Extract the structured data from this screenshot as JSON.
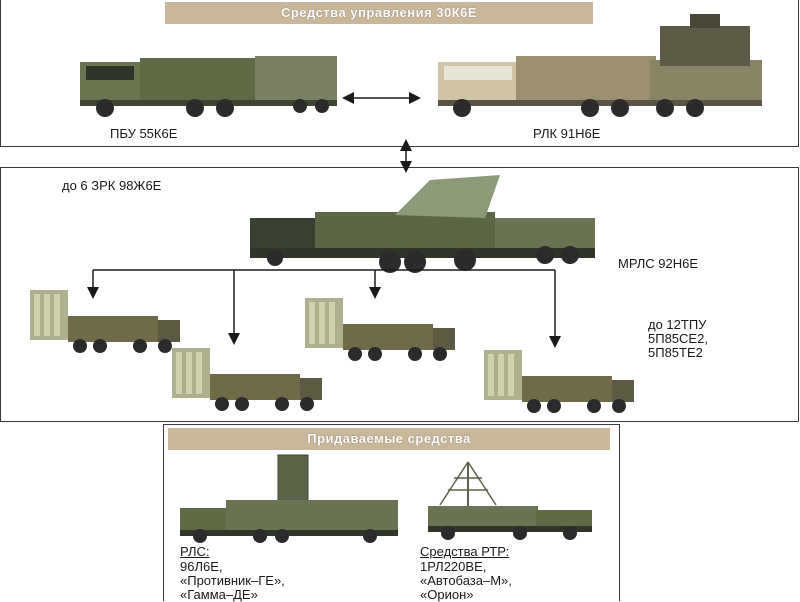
{
  "title_banner": "Средства управления 30К6Е",
  "control": {
    "pbu_label": "ПБУ 55К6Е",
    "rlk_label": "РЛК 91Н6Е"
  },
  "middle": {
    "zrk_note": "до 6 ЗРК 98Ж6Е",
    "mrls_label": "МРЛС 92Н6Е",
    "tpu_note": "до 12ТПУ\n5П85СЕ2,\n5П85ТЕ2"
  },
  "attached": {
    "banner": "Придаваемые средства",
    "rls_heading": "РЛС:",
    "rls_text": "96Л6Е,\n«Противник–ГЕ»,\n«Гамма–ДЕ»",
    "rtr_heading": "Средства РТР:",
    "rtr_text": "1РЛ220ВЕ,\n«Автобаза–М»,\n«Орион»"
  },
  "colors": {
    "banner_bg": "#c9b79a",
    "olive": "#5f6b46",
    "olive_dark": "#3d4430",
    "khaki": "#9a8f6e",
    "sand": "#c4b896",
    "wheel": "#2b2b2b"
  }
}
